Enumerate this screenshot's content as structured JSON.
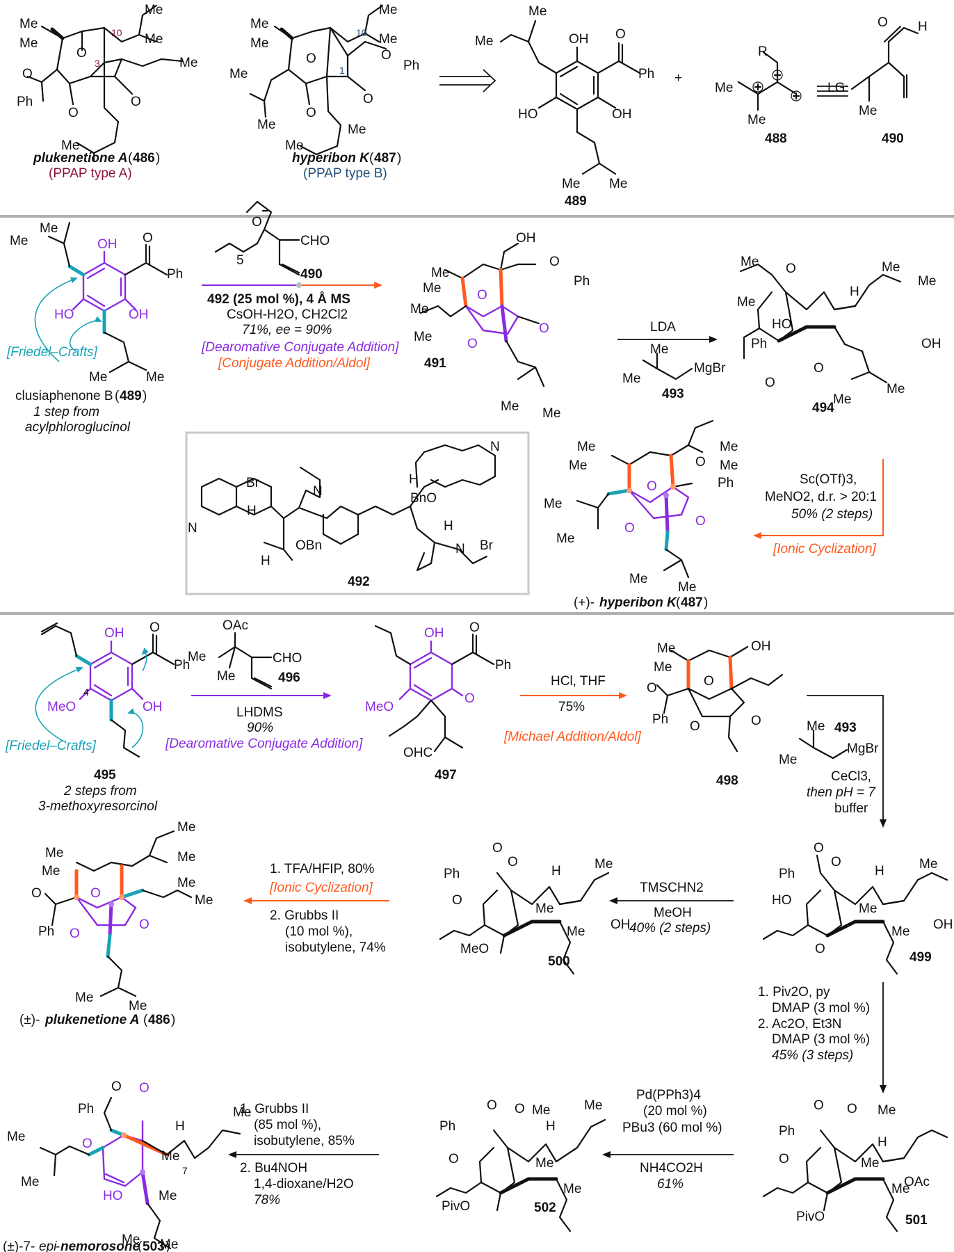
{
  "colors": {
    "purple": "#8a2be2",
    "orange": "#ff5a1f",
    "teal": "#1aa3b8",
    "maroon": "#8b1538",
    "navy": "#1f4e79",
    "separator": "#b0b0b0"
  },
  "labels": {
    "me": "Me",
    "ph": "Ph",
    "oh": "OH",
    "ho": "HO",
    "o": "O",
    "h": "H",
    "r": "R",
    "lg": "LG",
    "n": "N",
    "meo": "MeO",
    "obn": "OBn",
    "bno": "BnO",
    "oac": "OAc",
    "pivo": "PivO",
    "cho": "CHO",
    "ohc": "OHC",
    "oac_top": "OAc",
    "mgbr": "MgBr",
    "br": "Br",
    "minus": "−",
    "plus": "+",
    "n10": "10",
    "n3": "3",
    "n1": "1",
    "n4": "4",
    "n7": "7",
    "n5": "5",
    "plus_sign": "+"
  },
  "section1": {
    "c486": {
      "name": "plukenetione A",
      "num": "486",
      "sub": "(PPAP type A)"
    },
    "c487": {
      "name": "hyperibon K",
      "num": "487",
      "sub": "(PPAP type B)"
    },
    "c489": {
      "num": "489"
    },
    "c488": {
      "num": "488"
    },
    "c490": {
      "num": "490"
    }
  },
  "section2": {
    "c489": {
      "name": "clusiaphenone B",
      "num": "489",
      "note1": "1 step from",
      "note2": "acylphloroglucinol"
    },
    "friedel_crafts": "[Friedel–Crafts]",
    "reagent_num": "490",
    "cond1": "492 (25 mol %), 4 Å  MS",
    "cond2": "CsOH-H2O, CH2Cl2",
    "cond3": "71%, ee = 90%",
    "tag1": "[Dearomative Conjugate Addition]",
    "tag2": "[Conjugate Addition/Aldol]",
    "c491": "491",
    "lda": "LDA",
    "c493": "493",
    "c494": "494",
    "sc1": "Sc(OTf)3,",
    "sc2": "MeNO2, d.r. > 20:1",
    "sc3": "50% (2 steps)",
    "sc_tag": "[Ionic Cyclization]",
    "c492": "492",
    "c487": {
      "prefix": "(+)-",
      "name": "hyperibon K",
      "num": "487"
    }
  },
  "section3": {
    "c495": {
      "num": "495",
      "note1": "2 steps from",
      "note2": "3-methoxyresorcinol"
    },
    "friedel_crafts": "[Friedel–Crafts]",
    "reagent_num": "496",
    "cond1": "LHDMS",
    "cond2": "90%",
    "tag1": "[Dearomative Conjugate Addition]",
    "c497": "497",
    "hcl1": "HCl, THF",
    "hcl2": "75%",
    "michael_tag": "[Michael Addition/Aldol]",
    "c498": "498",
    "c493": "493",
    "ce1": "CeCl3,",
    "ce2": "then pH = 7",
    "ce3": "buffer",
    "c499": "499",
    "tms1": "TMSCHN2",
    "tms2": "MeOH",
    "tms3": "40% (2 steps)",
    "c500": "500",
    "tfa1": "1. TFA/HFIP, 80%",
    "tfa_tag": "[Ionic Cyclization]",
    "tfa2": "2. Grubbs II",
    "tfa3": "(10 mol %),",
    "tfa4": "isobutylene, 74%",
    "c486": {
      "prefix": "(±)-",
      "name": "plukenetione A",
      "num": "486"
    },
    "piv1": "1. Piv2O, py",
    "piv2": "DMAP (3 mol %)",
    "piv3": "2. Ac2O, Et3N",
    "piv4": "DMAP (3 mol %)",
    "piv5": "45% (3 steps)",
    "c501": "501",
    "pd1": "Pd(PPh3)4",
    "pd2": "(20 mol %)",
    "pd3": "PBu3 (60 mol %)",
    "pd4": "NH4CO2H",
    "pd5": "61%",
    "c502": "502",
    "gr1": "1. Grubbs II",
    "gr2": "(85 mol %),",
    "gr3": "isobutylene, 85%",
    "gr4": "2. Bu4NOH",
    "gr5": "1,4-dioxane/H2O",
    "gr6": "78%",
    "c503": {
      "prefix": "(±)-7-",
      "epi": "epi",
      "dash": "-",
      "name": "nemorosone",
      "num": "503"
    }
  }
}
